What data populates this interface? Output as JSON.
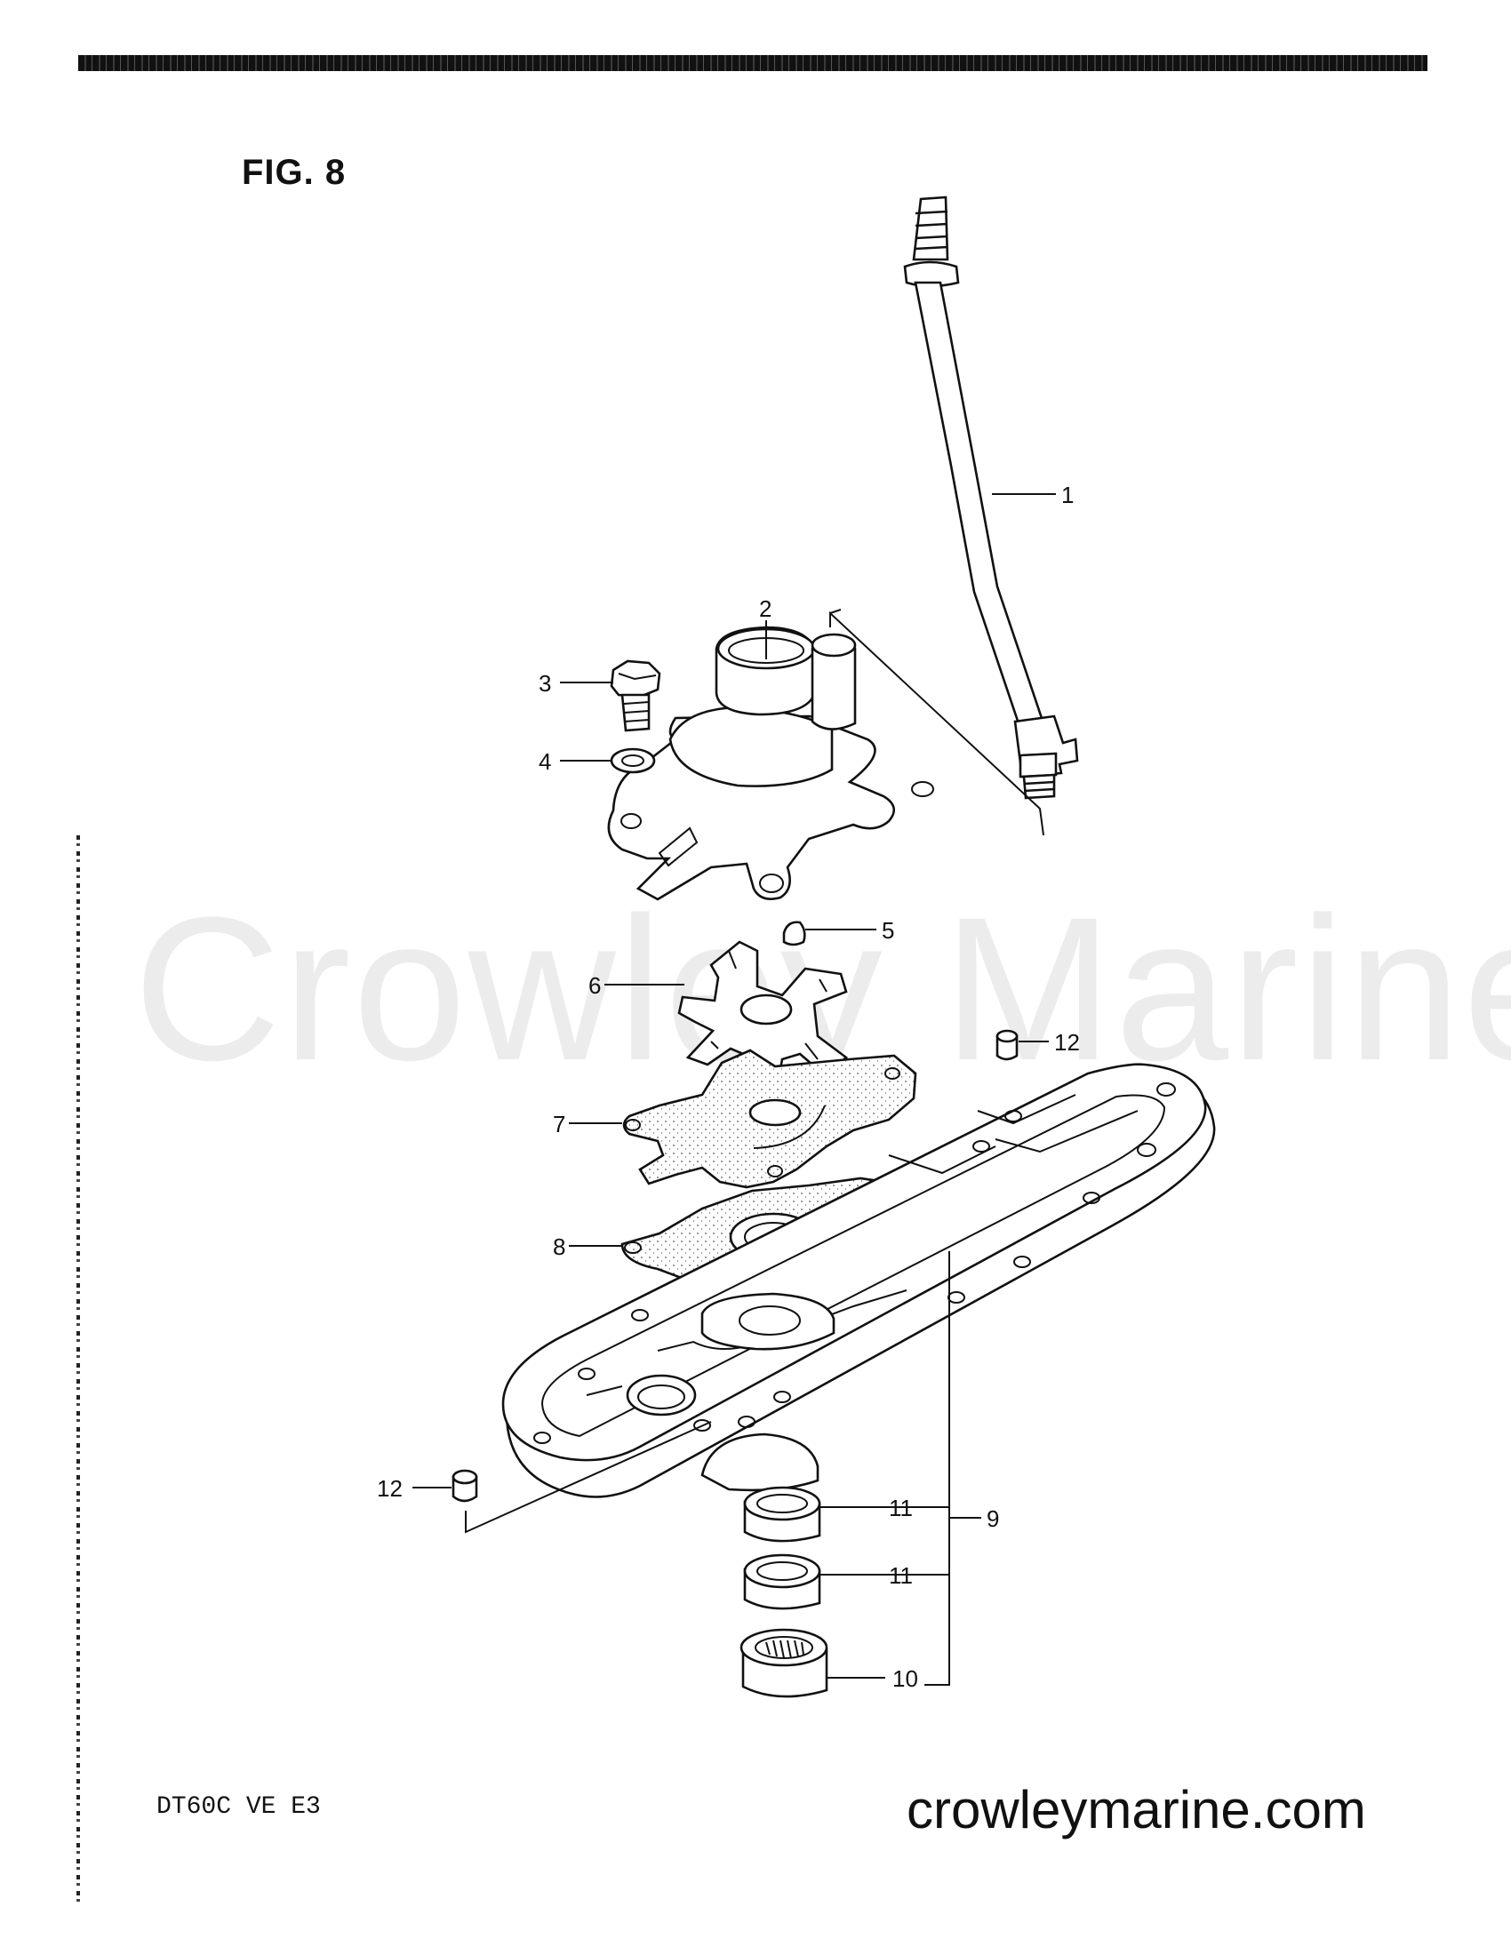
{
  "figure_title": "FIG. 8",
  "watermark": "Crowley Marine",
  "model_code": "DT60C VE E3",
  "site_url": "crowleymarine.com",
  "callouts": [
    {
      "id": "c1",
      "label": "1"
    },
    {
      "id": "c2",
      "label": "2"
    },
    {
      "id": "c3",
      "label": "3"
    },
    {
      "id": "c4",
      "label": "4"
    },
    {
      "id": "c5",
      "label": "5"
    },
    {
      "id": "c6",
      "label": "6"
    },
    {
      "id": "c7",
      "label": "7"
    },
    {
      "id": "c8",
      "label": "8"
    },
    {
      "id": "c9",
      "label": "9"
    },
    {
      "id": "c10",
      "label": "10"
    },
    {
      "id": "c11a",
      "label": "11"
    },
    {
      "id": "c11b",
      "label": "11"
    },
    {
      "id": "c12a",
      "label": "12"
    },
    {
      "id": "c12b",
      "label": "12"
    }
  ]
}
